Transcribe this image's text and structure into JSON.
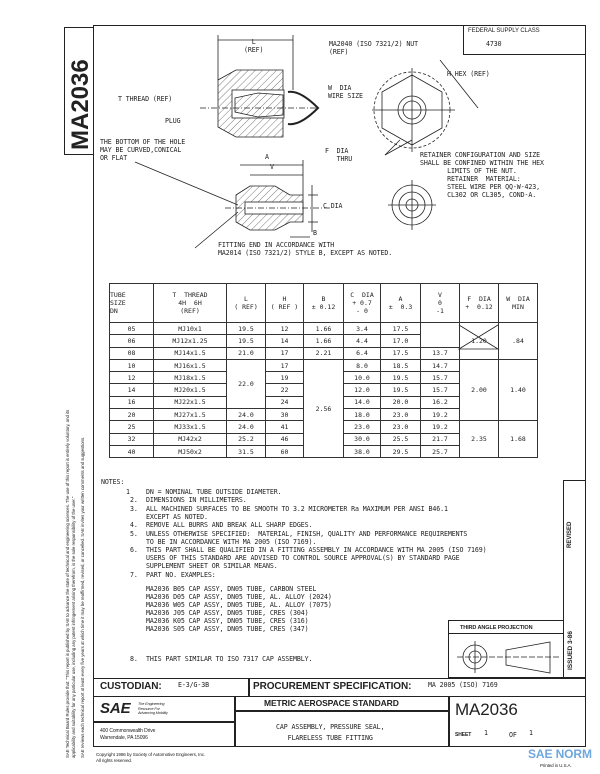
{
  "side": {
    "doc_number": "MA2036",
    "disclaimer_1": "SAE Technical Board Rules provide that: \"This report is published by SAE to advance the state of technical and engineering sciences. The use of this report is entirely voluntary, and its",
    "disclaimer_2": "applicability and suitability for any particular use, including any patent infringement arising therefrom, is the sole responsibility of the user.\"",
    "disclaimer_3": "SAE reviews each technical report at least every five years at which time it may be reaffirmed, revised, or cancelled. SAE invites your written comments and suggestions."
  },
  "supply_class": {
    "label": "FEDERAL SUPPLY CLASS",
    "value": "4730"
  },
  "drawing": {
    "l_ref": "L\n(REF)",
    "nut": "MA2040 (ISO 7321/2) NUT\n(REF)",
    "h_hex": "H HEX (REF)",
    "t_thread": "T THREAD (REF)",
    "w_dia": "W  DIA\nWIRE SIZE",
    "plug": "PLUG",
    "hole_bottom": "THE BOTTOM OF THE HOLE\nMAY BE CURVED,CONICAL\nOR FLAT",
    "f_dia": "F  DIA\n   THRU",
    "a": "A",
    "v": "V",
    "c_dia": "C DIA",
    "b": "B",
    "retainer": "RETAINER CONFIGURATION AND SIZE\nSHALL BE CONFINED WITHIN THE HEX\n       LIMITS OF THE NUT.\n       RETAINER  MATERIAL:\n       STEEL WIRE PER QQ-W-423,\n       CL302 OR CL305, COND-A.",
    "fitting_end": "FITTING END IN ACCORDANCE WITH\nMA2014 (ISO 7321/2) STYLE B, EXCEPT AS NOTED."
  },
  "table": {
    "headers": [
      "TUBE\nSIZE\nDN",
      "T  THREAD\n4H  6H\n(REF)",
      "L\n( REF)",
      "H\n( REF )",
      "B\n± 0.12",
      "C  DIA\n+ 0.7\n- 0",
      "A\n±  0.3",
      "V\n0\n-1",
      "F  DIA\n+  0.12",
      "W  DIA\nMIN"
    ],
    "rows": [
      [
        "05",
        "MJ10x1",
        "19.5",
        "12",
        "1.66",
        "3.4",
        "17.5",
        ""
      ],
      [
        "06",
        "MJ12x1.25",
        "19.5",
        "14",
        "1.66",
        "4.4",
        "17.0",
        ""
      ],
      [
        "08",
        "MJ14x1.5",
        "21.0",
        "17",
        "2.21",
        "6.4",
        "17.5",
        "13.7"
      ],
      [
        "10",
        "MJ16x1.5",
        "",
        "17",
        "",
        "8.0",
        "18.5",
        "14.7"
      ],
      [
        "12",
        "MJ18x1.5",
        "",
        "19",
        "",
        "10.0",
        "19.5",
        "15.7"
      ],
      [
        "14",
        "MJ20x1.5",
        "",
        "22",
        "",
        "12.0",
        "19.5",
        "15.7"
      ],
      [
        "16",
        "MJ22x1.5",
        "",
        "24",
        "",
        "14.0",
        "20.0",
        "16.2"
      ],
      [
        "20",
        "MJ27x1.5",
        "24.0",
        "30",
        "",
        "18.0",
        "23.0",
        "19.2"
      ],
      [
        "25",
        "MJ33x1.5",
        "24.0",
        "41",
        "",
        "23.0",
        "23.0",
        "19.2"
      ],
      [
        "32",
        "MJ42x2",
        "25.2",
        "46",
        "",
        "30.0",
        "25.5",
        "21.7"
      ],
      [
        "40",
        "MJ50x2",
        "31.5",
        "60",
        "",
        "38.0",
        "29.5",
        "25.7"
      ]
    ],
    "l_merged": "22.0",
    "b_merged": "2.56",
    "f_groups": [
      "1.20",
      "2.00",
      "2.35"
    ],
    "w_groups": [
      ".84",
      "1.40",
      "1.68"
    ]
  },
  "notes": {
    "title": "NOTES:",
    "items": [
      {
        "num": "1",
        "text": "DN = NOMINAL TUBE OUTSIDE DIAMETER."
      },
      {
        "num": "2.",
        "text": "DIMENSIONS IN MILLIMETERS."
      },
      {
        "num": "3.",
        "text": "ALL MACHINED SURFACES TO BE SMOOTH TO 3.2 MICROMETER Ra MAXIMUM PER ANSI B46.1\nEXCEPT AS NOTED."
      },
      {
        "num": "4.",
        "text": "REMOVE ALL BURRS AND BREAK ALL SHARP EDGES."
      },
      {
        "num": "5.",
        "text": "UNLESS OTHERWISE SPECIFIED:  MATERIAL, FINISH, QUALITY AND PERFORMANCE REQUIREMENTS\nTO BE IN ACCORDANCE WITH MA 2005 (ISO 7169)."
      },
      {
        "num": "6.",
        "text": "THIS PART SHALL BE QUALIFIED IN A FITTING ASSEMBLY IN ACCORDANCE WITH MA 2005 (ISO 7169)\nUSERS OF THIS STANDARD ARE ADVISED TO CONTROL SOURCE APPROVAL(S) BY STANDARD PAGE\nSUPPLEMENT SHEET OR SIMILAR MEANS."
      },
      {
        "num": "7.",
        "text": "PART NO. EXAMPLES:"
      }
    ],
    "examples": "MA2036 B05 CAP ASSY, DN05 TUBE, CARBON STEEL\nMA2036 D05 CAP ASSY, DN05 TUBE, AL. ALLOY (2024)\nMA2036 W05 CAP ASSY, DN05 TUBE, AL. ALLOY (7075)\nMA2036 J05 CAP ASSY, DN05 TUBE, CRES (304)\nMA2036 K05 CAP ASSY, DN05 TUBE, CRES (316)\nMA2036 S05 CAP ASSY, DN05 TUBE, CRES (347)",
    "note8": {
      "num": "8.",
      "text": "THIS PART SIMILAR TO ISO 7317 CAP ASSEMBLY."
    }
  },
  "revision": {
    "revised": "REVISED",
    "issued": "ISSUED 3-86"
  },
  "projection": {
    "label": "THIRD ANGLE PROJECTION"
  },
  "title_block": {
    "custodian_label": "CUSTODIAN:",
    "custodian_value": "E-3/G-3B",
    "procurement_label": "PROCUREMENT SPECIFICATION:",
    "procurement_value": "MA 2005 (ISO) 7169",
    "logo": "SAE",
    "tagline": "The Engineering\nResource For\nAdvancing Mobility",
    "address": "400 Commonwealth Drive\nWarrendale, PA 15096",
    "standard": "METRIC AEROSPACE STANDARD",
    "title": "CAP ASSEMBLY, PRESSURE SEAL,\nFLARELESS TUBE FITTING",
    "doc_number": "MA2036",
    "sheet_label": "SHEET",
    "sheet_num": "1",
    "of_label": "OF",
    "sheet_total": "1",
    "copyright": "Copyright 1986 by Society of Automotive Engineers, Inc.\nAll rights reserved.",
    "printed": "Printed in U.S.A.",
    "watermark": "SAE NORM"
  }
}
